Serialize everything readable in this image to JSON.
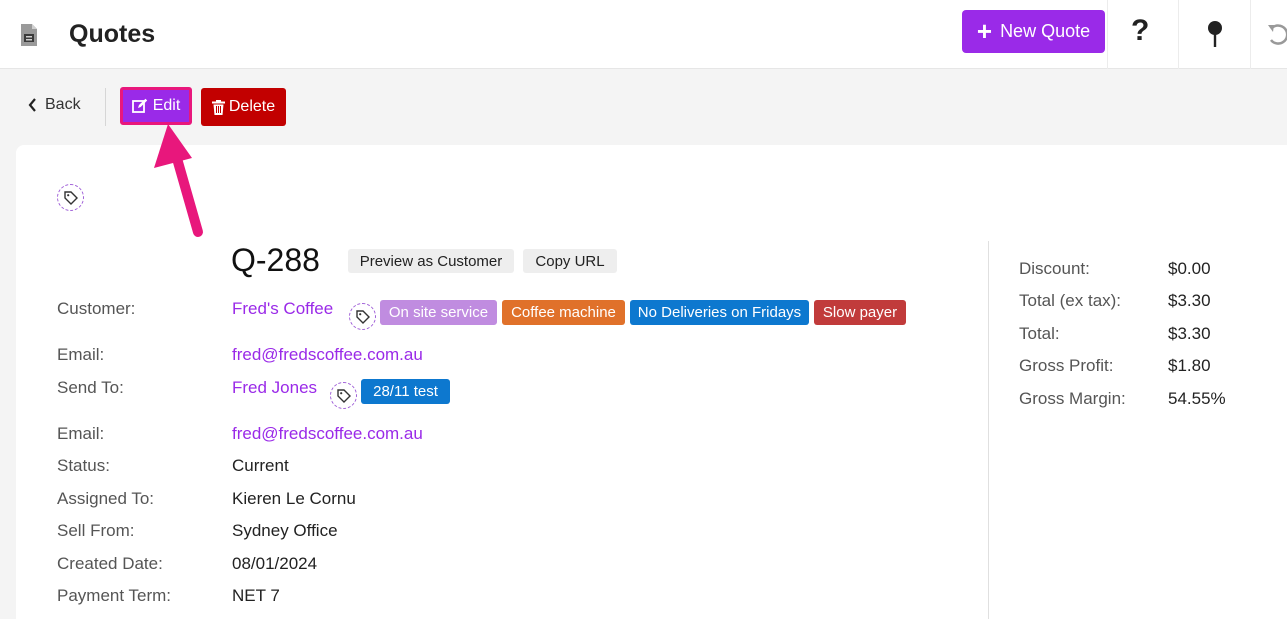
{
  "header": {
    "title": "Quotes",
    "new_quote_label": "New Quote",
    "help_glyph": "?",
    "icons": [
      "document-icon",
      "help-icon",
      "pin-icon",
      "undo-icon"
    ]
  },
  "toolbar": {
    "back_label": "Back",
    "edit_label": "Edit",
    "delete_label": "Delete"
  },
  "quote": {
    "id": "Q-288",
    "preview_label": "Preview as Customer",
    "copy_url_label": "Copy URL"
  },
  "details": {
    "customer_label": "Customer:",
    "customer_value": "Fred's Coffee",
    "customer_tags": [
      {
        "label": "On site service",
        "color": "#c08ce0"
      },
      {
        "label": "Coffee machine",
        "color": "#e0712a"
      },
      {
        "label": "No Deliveries on Fridays",
        "color": "#0d78cf"
      },
      {
        "label": "Slow payer",
        "color": "#c13b3b"
      }
    ],
    "email_label": "Email:",
    "email_value": "fred@fredscoffee.com.au",
    "send_to_label": "Send To:",
    "send_to_value": "Fred Jones",
    "send_to_tags": [
      {
        "label": "28/11 test",
        "color": "#0d78cf"
      }
    ],
    "email2_label": "Email:",
    "email2_value": "fred@fredscoffee.com.au",
    "status_label": "Status:",
    "status_value": "Current",
    "assigned_label": "Assigned To:",
    "assigned_value": "Kieren Le Cornu",
    "sell_from_label": "Sell From:",
    "sell_from_value": "Sydney Office",
    "created_label": "Created Date:",
    "created_value": "08/01/2024",
    "payment_label": "Payment Term:",
    "payment_value": "NET 7"
  },
  "summary": [
    {
      "label": "Discount:",
      "value": "$0.00"
    },
    {
      "label": "Total (ex tax):",
      "value": "$3.30"
    },
    {
      "label": "Total:",
      "value": "$3.30"
    },
    {
      "label": "Gross Profit:",
      "value": "$1.80"
    },
    {
      "label": "Gross Margin:",
      "value": "54.55%"
    }
  ],
  "colors": {
    "accent": "#9a2ae8",
    "danger": "#c20000",
    "highlight": "#e8177c"
  }
}
